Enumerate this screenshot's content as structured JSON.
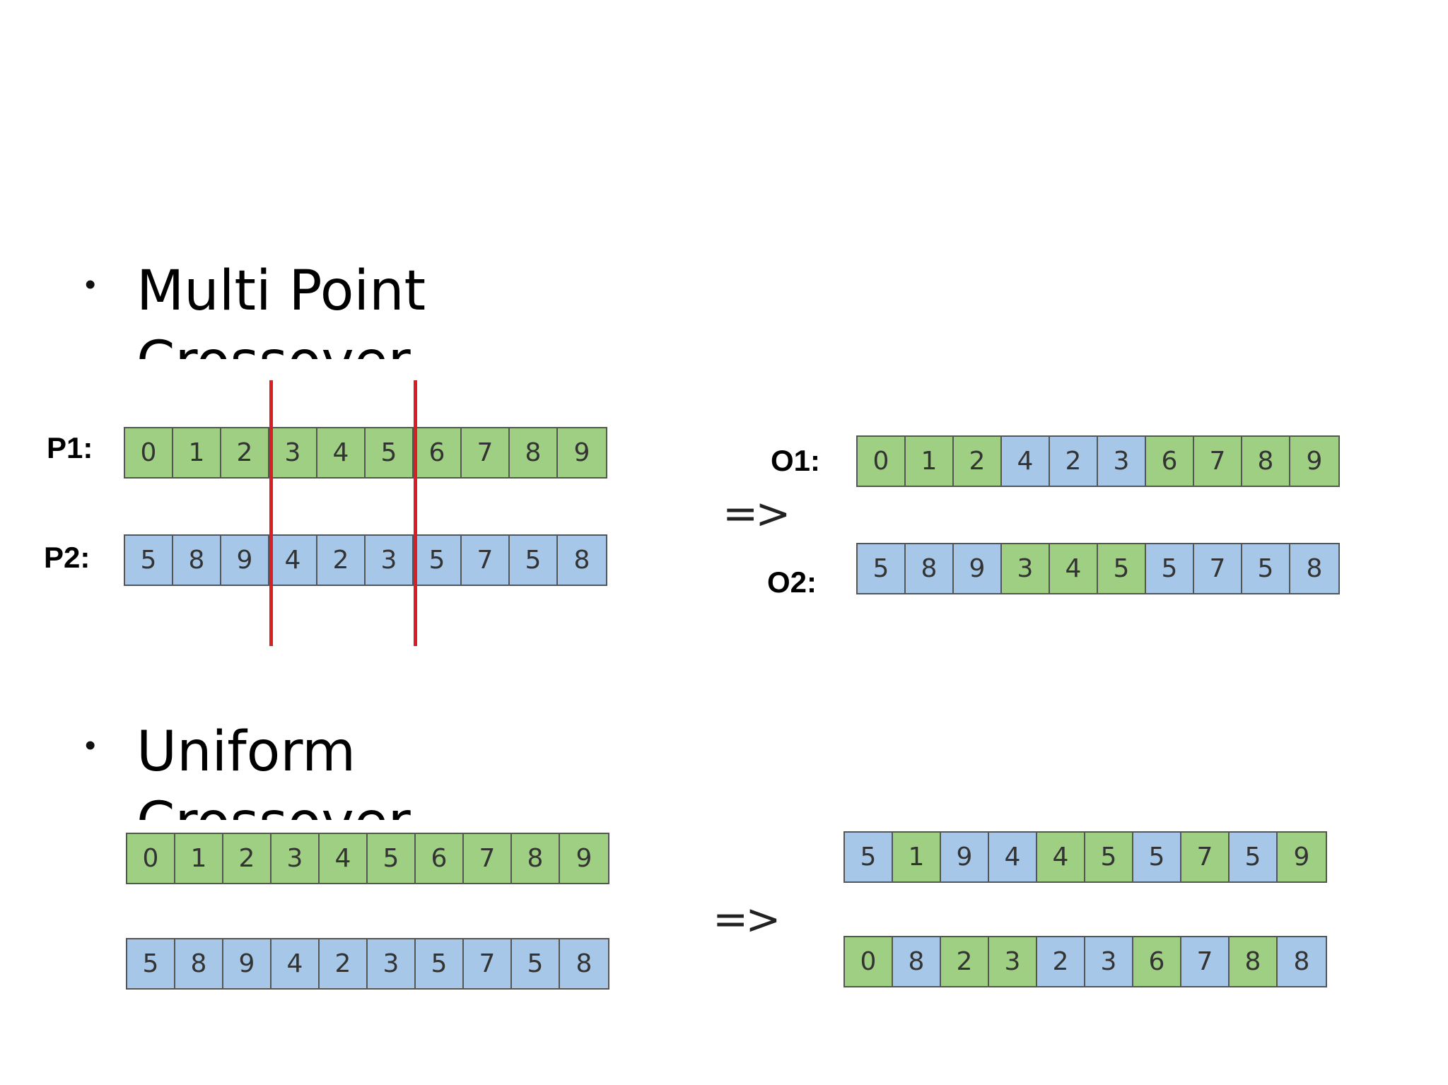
{
  "multi_point": {
    "bullet": "•",
    "heading": "Multi Point Crossover",
    "labels": {
      "p1": "P1:",
      "p2": "P2:",
      "o1": "O1:",
      "o2": "O2:"
    },
    "arrow": "=>",
    "p1": [
      {
        "v": "0",
        "c": "g"
      },
      {
        "v": "1",
        "c": "g"
      },
      {
        "v": "2",
        "c": "g"
      },
      {
        "v": "3",
        "c": "g"
      },
      {
        "v": "4",
        "c": "g"
      },
      {
        "v": "5",
        "c": "g"
      },
      {
        "v": "6",
        "c": "g"
      },
      {
        "v": "7",
        "c": "g"
      },
      {
        "v": "8",
        "c": "g"
      },
      {
        "v": "9",
        "c": "g"
      }
    ],
    "p2": [
      {
        "v": "5",
        "c": "b"
      },
      {
        "v": "8",
        "c": "b"
      },
      {
        "v": "9",
        "c": "b"
      },
      {
        "v": "4",
        "c": "b"
      },
      {
        "v": "2",
        "c": "b"
      },
      {
        "v": "3",
        "c": "b"
      },
      {
        "v": "5",
        "c": "b"
      },
      {
        "v": "7",
        "c": "b"
      },
      {
        "v": "5",
        "c": "b"
      },
      {
        "v": "8",
        "c": "b"
      }
    ],
    "o1": [
      {
        "v": "0",
        "c": "g"
      },
      {
        "v": "1",
        "c": "g"
      },
      {
        "v": "2",
        "c": "g"
      },
      {
        "v": "4",
        "c": "b"
      },
      {
        "v": "2",
        "c": "b"
      },
      {
        "v": "3",
        "c": "b"
      },
      {
        "v": "6",
        "c": "g"
      },
      {
        "v": "7",
        "c": "g"
      },
      {
        "v": "8",
        "c": "g"
      },
      {
        "v": "9",
        "c": "g"
      }
    ],
    "o2": [
      {
        "v": "5",
        "c": "b"
      },
      {
        "v": "8",
        "c": "b"
      },
      {
        "v": "9",
        "c": "b"
      },
      {
        "v": "3",
        "c": "g"
      },
      {
        "v": "4",
        "c": "g"
      },
      {
        "v": "5",
        "c": "g"
      },
      {
        "v": "5",
        "c": "b"
      },
      {
        "v": "7",
        "c": "b"
      },
      {
        "v": "5",
        "c": "b"
      },
      {
        "v": "8",
        "c": "b"
      }
    ]
  },
  "uniform": {
    "bullet": "•",
    "heading": "Uniform Crossover",
    "arrow": "=>",
    "p1": [
      {
        "v": "0",
        "c": "g"
      },
      {
        "v": "1",
        "c": "g"
      },
      {
        "v": "2",
        "c": "g"
      },
      {
        "v": "3",
        "c": "g"
      },
      {
        "v": "4",
        "c": "g"
      },
      {
        "v": "5",
        "c": "g"
      },
      {
        "v": "6",
        "c": "g"
      },
      {
        "v": "7",
        "c": "g"
      },
      {
        "v": "8",
        "c": "g"
      },
      {
        "v": "9",
        "c": "g"
      }
    ],
    "p2": [
      {
        "v": "5",
        "c": "b"
      },
      {
        "v": "8",
        "c": "b"
      },
      {
        "v": "9",
        "c": "b"
      },
      {
        "v": "4",
        "c": "b"
      },
      {
        "v": "2",
        "c": "b"
      },
      {
        "v": "3",
        "c": "b"
      },
      {
        "v": "5",
        "c": "b"
      },
      {
        "v": "7",
        "c": "b"
      },
      {
        "v": "5",
        "c": "b"
      },
      {
        "v": "8",
        "c": "b"
      }
    ],
    "o1": [
      {
        "v": "5",
        "c": "b"
      },
      {
        "v": "1",
        "c": "g"
      },
      {
        "v": "9",
        "c": "b"
      },
      {
        "v": "4",
        "c": "b"
      },
      {
        "v": "4",
        "c": "g"
      },
      {
        "v": "5",
        "c": "g"
      },
      {
        "v": "5",
        "c": "b"
      },
      {
        "v": "7",
        "c": "g"
      },
      {
        "v": "5",
        "c": "b"
      },
      {
        "v": "9",
        "c": "g"
      }
    ],
    "o2": [
      {
        "v": "0",
        "c": "g"
      },
      {
        "v": "8",
        "c": "b"
      },
      {
        "v": "2",
        "c": "g"
      },
      {
        "v": "3",
        "c": "g"
      },
      {
        "v": "2",
        "c": "b"
      },
      {
        "v": "3",
        "c": "b"
      },
      {
        "v": "6",
        "c": "g"
      },
      {
        "v": "7",
        "c": "b"
      },
      {
        "v": "8",
        "c": "g"
      },
      {
        "v": "8",
        "c": "b"
      }
    ]
  },
  "colors": {
    "green_gene": "#9fcf82",
    "blue_gene": "#a6c7e8",
    "cut_line": "#d81f26"
  }
}
